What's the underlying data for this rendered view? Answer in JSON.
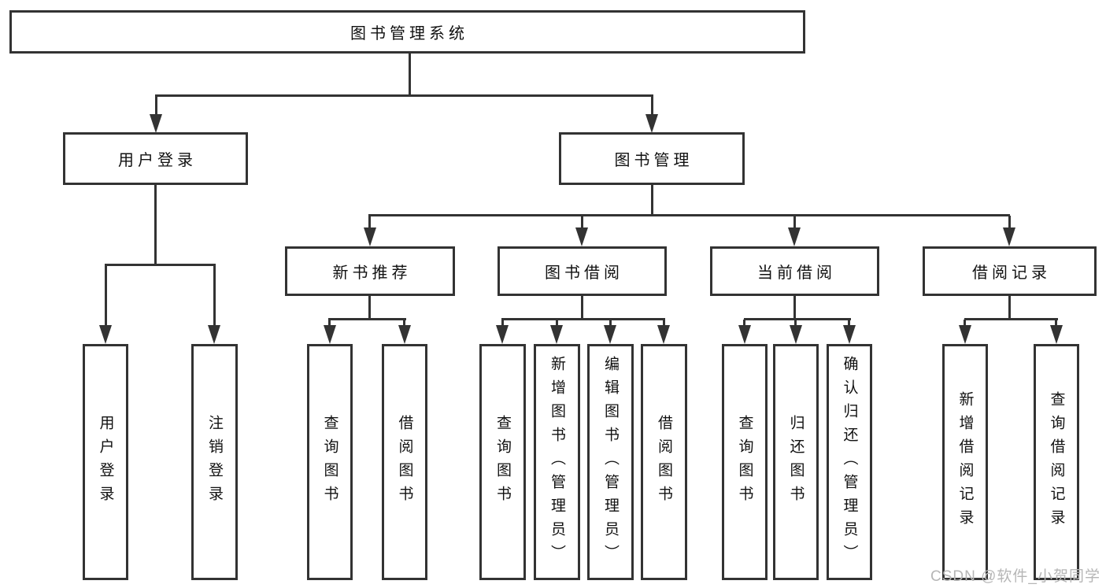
{
  "tree": {
    "root": {
      "label": "图书管理系统",
      "children": [
        {
          "label": "用户登录",
          "children": [
            {
              "label": "用户登录"
            },
            {
              "label": "注销登录"
            }
          ]
        },
        {
          "label": "图书管理",
          "children": [
            {
              "label": "新书推荐",
              "children": [
                {
                  "label": "查询图书"
                },
                {
                  "label": "借阅图书"
                }
              ]
            },
            {
              "label": "图书借阅",
              "children": [
                {
                  "label": "查询图书"
                },
                {
                  "label": "新增图书（管理员）"
                },
                {
                  "label": "编辑图书（管理员）"
                },
                {
                  "label": "借阅图书"
                }
              ]
            },
            {
              "label": "当前借阅",
              "children": [
                {
                  "label": "查询图书"
                },
                {
                  "label": "归还图书"
                },
                {
                  "label": "确认归还（管理员）"
                }
              ]
            },
            {
              "label": "借阅记录",
              "children": [
                {
                  "label": "新增借阅记录"
                },
                {
                  "label": "查询借阅记录"
                }
              ]
            }
          ]
        }
      ]
    }
  },
  "watermark": {
    "text": "CSDN @软件_小贺同学"
  },
  "colors": {
    "line": "#333333",
    "text": "#111111",
    "watermark": "#b6b6b6",
    "background": "#ffffff"
  }
}
